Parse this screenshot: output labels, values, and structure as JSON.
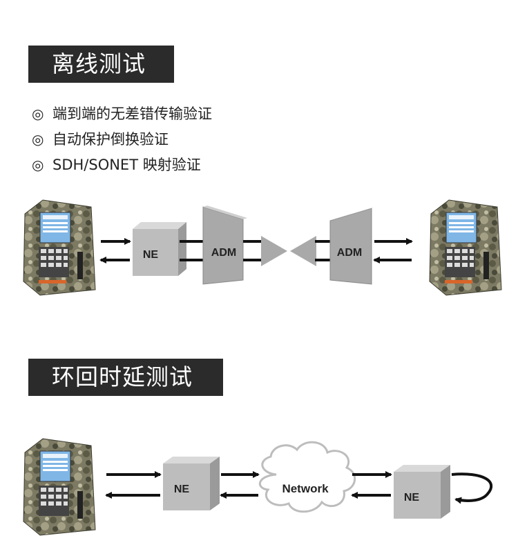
{
  "section1": {
    "title": "离线测试",
    "bullets": [
      {
        "mark": "◎",
        "text": "端到端的无差错传输验证"
      },
      {
        "mark": "◎",
        "text": "自动保护倒换验证"
      },
      {
        "mark": "◎",
        "text": "SDH/SONET 映射验证"
      }
    ],
    "diagram": {
      "ne_label": "NE",
      "adm_left_label": "ADM",
      "adm_right_label": "ADM"
    }
  },
  "section2": {
    "title": "环回时延测试",
    "diagram": {
      "ne_left_label": "NE",
      "network_label": "Network",
      "ne_right_label": "NE"
    }
  },
  "colors": {
    "title_bg": "#2b2b2b",
    "box_front": "#bdbdbd",
    "box_top": "#d9d9d9",
    "box_side": "#9a9a9a",
    "arrow": "#111111"
  },
  "icons": [
    "tester-device-icon",
    "network-cloud-icon"
  ]
}
